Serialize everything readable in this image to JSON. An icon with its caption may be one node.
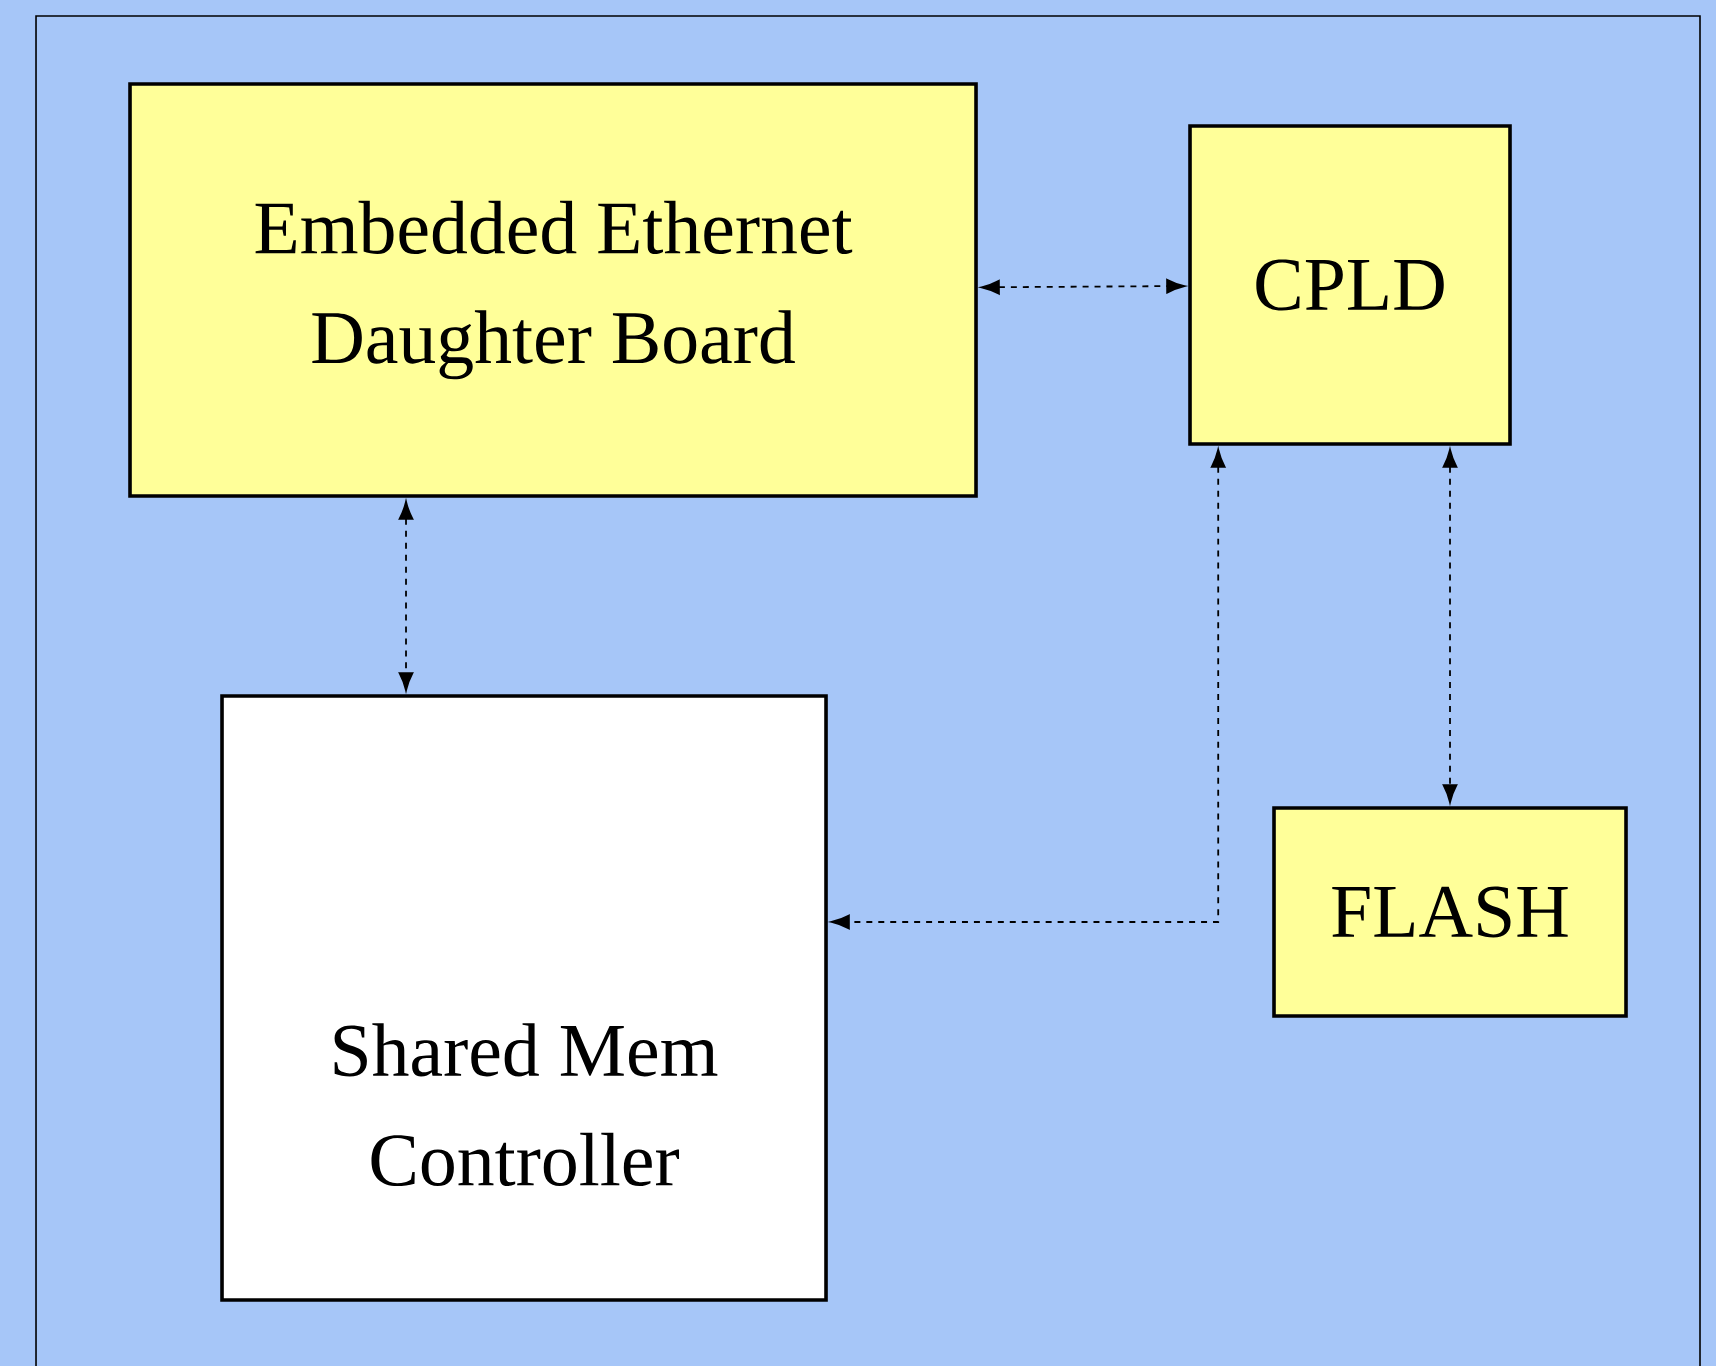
{
  "diagram": {
    "nodes": [
      {
        "text": [
          "Embedded Ethernet Daughter Board"
        ]
      },
      {
        "text": [
          "CPLD"
        ]
      },
      {
        "text": [
          "Shared Mem Controller"
        ]
      },
      {
        "text": [
          "FLASH"
        ]
      }
    ],
    "edges": [
      {
        "from": 0,
        "to": 1,
        "arrow": "both",
        "style": "dashed"
      },
      {
        "from": 0,
        "to": 2,
        "arrow": "both",
        "style": "dashed"
      },
      {
        "from": 1,
        "to": 2,
        "arrow": "both",
        "style": "dashed"
      },
      {
        "from": 1,
        "to": 3,
        "arrow": "both",
        "style": "dashed"
      }
    ]
  }
}
